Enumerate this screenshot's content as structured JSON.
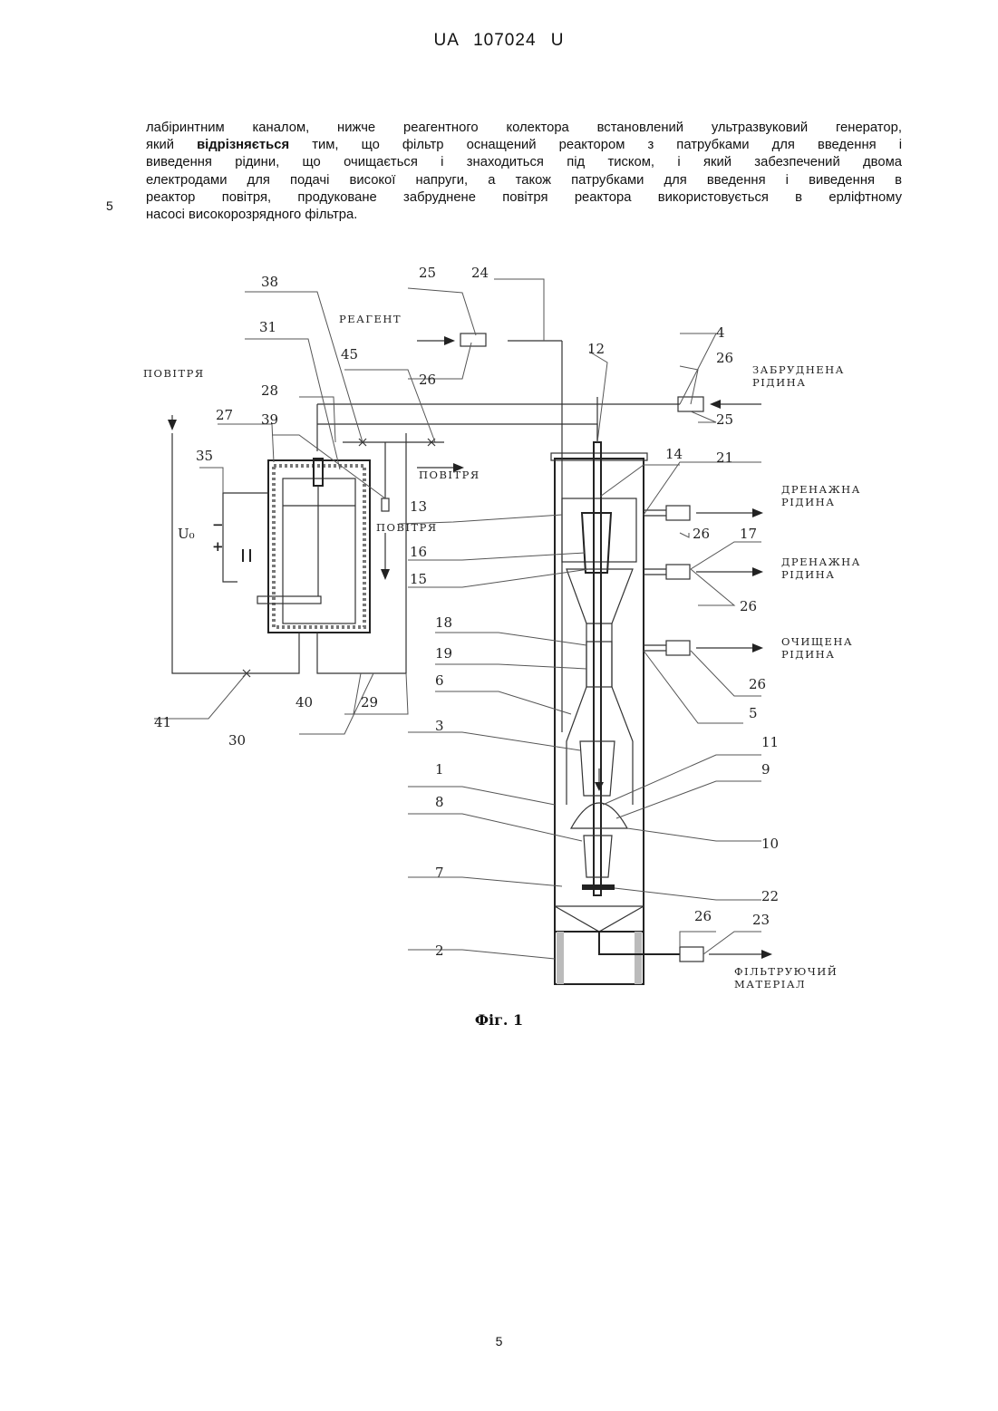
{
  "header": {
    "country": "UA",
    "number": "107024",
    "kind": "U"
  },
  "body": {
    "line1": "лабіринтним каналом, нижче реагентного колектора встановлений ультразвуковий генератор,",
    "line2_pre": "який ",
    "line2_bold": "відрізняється",
    "line2_post": " тим, що фільтр оснащений реактором з патрубками для введення і",
    "line3": "виведення рідини, що очищається і знаходиться під тиском, і який забезпечений двома",
    "line4": "електродами для подачі високої напруги, а також патрубками для введення і виведення в",
    "line5": "реактор повітря, продуковане забруднене повітря реактора використовується в ерліфтному",
    "line6": "насосі високорозрядного фільтра.",
    "line_number": "5"
  },
  "figure": {
    "caption": "Фіг. 1",
    "captions": {
      "reagent": "РЕАГЕНТ",
      "air_left": "ПОВІТРЯ",
      "air_mid": "ПОВІТРЯ",
      "air_down": "ПОВІТРЯ",
      "polluted_1": "ЗАБРУДНЕНА",
      "polluted_2": "РІДИНА",
      "drain1_1": "ДРЕНАЖНА",
      "drain1_2": "РІДИНА",
      "drain2_1": "ДРЕНАЖНА",
      "drain2_2": "РІДИНА",
      "clean_1": "ОЧИЩЕНА",
      "clean_2": "РІДИНА",
      "filter_1": "ФІЛЬТРУЮЧИЙ",
      "filter_2": "МАТЕРІАЛ",
      "voltage_symbol": "U₀",
      "minus": "−",
      "plus": "+"
    },
    "labels": {
      "n38": "38",
      "n25a": "25",
      "n24": "24",
      "n31": "31",
      "n45": "45",
      "n26a": "26",
      "n12": "12",
      "n4": "4",
      "n26b": "26",
      "n25b": "25",
      "n28": "28",
      "n27": "27",
      "n39": "39",
      "n35": "35",
      "n14": "14",
      "n21": "21",
      "n13": "13",
      "n26c": "26",
      "n17": "17",
      "n16": "16",
      "n15": "15",
      "n26d": "26",
      "n18": "18",
      "n19": "19",
      "n6": "6",
      "n26e": "26",
      "n5": "5",
      "n41": "41",
      "n40": "40",
      "n29": "29",
      "n30": "30",
      "n3": "3",
      "n11": "11",
      "n9": "9",
      "n1": "1",
      "n8": "8",
      "n10": "10",
      "n7": "7",
      "n22": "22",
      "n26f": "26",
      "n23": "23",
      "n2": "2"
    }
  },
  "page_number": "5"
}
